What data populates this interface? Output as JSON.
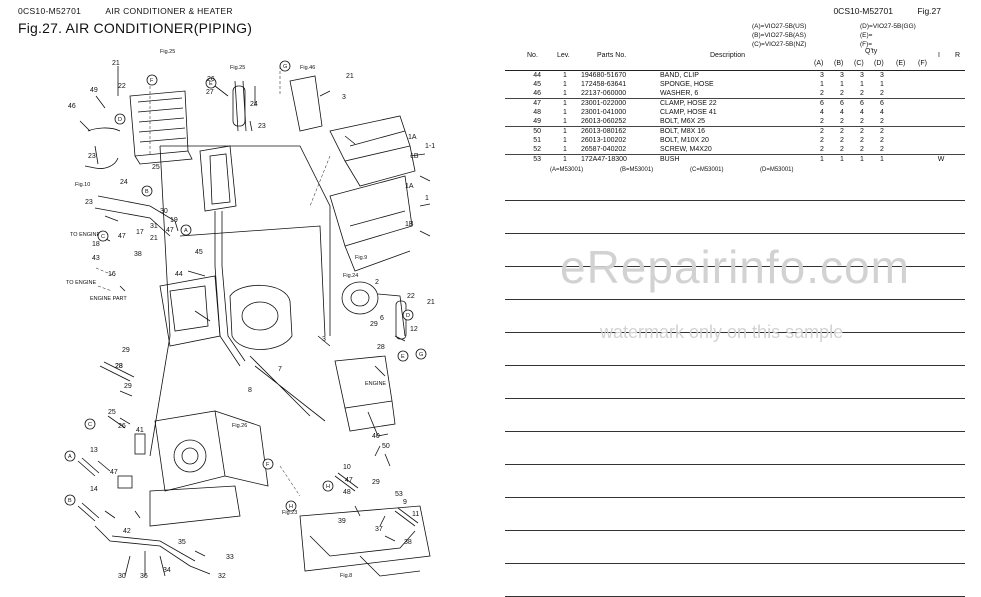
{
  "header": {
    "doc_code": "0CS10-M52701",
    "section": "AIR CONDITIONER & HEATER",
    "fig_title": "Fig.27.  AIR CONDITIONER(PIPING)",
    "doc_code_right": "0CS10-M52701",
    "fig_no": "Fig.27"
  },
  "variants_left": [
    "(A)=VIO27-5B(US)",
    "(B)=VIO27-5B(AS)",
    "(C)=VIO27-5B(NZ)"
  ],
  "variants_right": [
    "(D)=VIO27-5B(GG)",
    "(E)=",
    "(F)="
  ],
  "table": {
    "headers": {
      "no": "No.",
      "lev": "Lev.",
      "part": "Parts No.",
      "desc": "Description",
      "qty": "Q'ty",
      "i": "I",
      "r": "R"
    },
    "qty_cols": [
      "(A)",
      "(B)",
      "(C)",
      "(D)",
      "(E)",
      "(F)"
    ],
    "rows": [
      {
        "no": "44",
        "lev": "1",
        "part": "194680-51670",
        "desc": "BAND, CLIP",
        "q": [
          "3",
          "3",
          "3",
          "3"
        ],
        "r": ""
      },
      {
        "no": "45",
        "lev": "1",
        "part": "172458-63641",
        "desc": "SPONGE, HOSE",
        "q": [
          "1",
          "1",
          "1",
          "1"
        ],
        "r": ""
      },
      {
        "no": "46",
        "lev": "1",
        "part": "22137-060000",
        "desc": "WASHER, 6",
        "q": [
          "2",
          "2",
          "2",
          "2"
        ],
        "r": ""
      },
      {
        "no": "47",
        "lev": "1",
        "part": "23001-022000",
        "desc": "CLAMP, HOSE  22",
        "q": [
          "6",
          "6",
          "6",
          "6"
        ],
        "r": ""
      },
      {
        "no": "48",
        "lev": "1",
        "part": "23001-041000",
        "desc": "CLAMP, HOSE  41",
        "q": [
          "4",
          "4",
          "4",
          "4"
        ],
        "r": ""
      },
      {
        "no": "49",
        "lev": "1",
        "part": "26013-060252",
        "desc": "BOLT, M6X 25",
        "q": [
          "2",
          "2",
          "2",
          "2"
        ],
        "r": ""
      },
      {
        "no": "50",
        "lev": "1",
        "part": "26013-080162",
        "desc": "BOLT, M8X 16",
        "q": [
          "2",
          "2",
          "2",
          "2"
        ],
        "r": ""
      },
      {
        "no": "51",
        "lev": "1",
        "part": "26013-100202",
        "desc": "BOLT, M10X 20",
        "q": [
          "2",
          "2",
          "2",
          "2"
        ],
        "r": ""
      },
      {
        "no": "52",
        "lev": "1",
        "part": "26587-040202",
        "desc": "SCREW, M4X20",
        "q": [
          "2",
          "2",
          "2",
          "2"
        ],
        "r": ""
      },
      {
        "no": "53",
        "lev": "1",
        "part": "172A47-18300",
        "desc": "BUSH",
        "q": [
          "1",
          "1",
          "1",
          "1"
        ],
        "r": "W"
      }
    ],
    "serials": [
      "(A=M53001)",
      "(B=M53001)",
      "(C=M53001)",
      "(D=M53001)"
    ]
  },
  "watermark": {
    "main": "eRepairinfo.com",
    "sub": "watermark only on this sample"
  },
  "diagram": {
    "fig_refs": [
      "Fig.25",
      "Fig.25",
      "Fig.46",
      "Fig.10",
      "Fig.9",
      "Fig.24",
      "Fig.26",
      "Fig.23",
      "Fig.8"
    ],
    "notes": [
      "TO ENGINE",
      "TO ENGINE",
      "ENGINE PART",
      "ENGINE"
    ],
    "callouts": [
      "F",
      "E",
      "G",
      "D",
      "A",
      "B",
      "C",
      "D",
      "E",
      "G",
      "A",
      "B",
      "H",
      "H",
      "C",
      "F"
    ],
    "numbers": [
      "21",
      "22",
      "49",
      "46",
      "23",
      "26",
      "27",
      "24",
      "23",
      "21",
      "3",
      "1A",
      "1-1",
      "1B",
      "1A",
      "1",
      "1B",
      "25",
      "24",
      "23",
      "30",
      "17",
      "18",
      "47",
      "43",
      "16",
      "38",
      "21",
      "31",
      "47",
      "19",
      "45",
      "44",
      "7",
      "29",
      "28",
      "3",
      "8",
      "22",
      "21",
      "29",
      "28",
      "2",
      "12",
      "6",
      "40",
      "50",
      "28",
      "29",
      "25",
      "26",
      "41",
      "13",
      "47",
      "14",
      "42",
      "30",
      "36",
      "34",
      "35",
      "33",
      "32",
      "10",
      "47",
      "48",
      "39",
      "37",
      "38",
      "29",
      "9",
      "11",
      "53"
    ]
  }
}
